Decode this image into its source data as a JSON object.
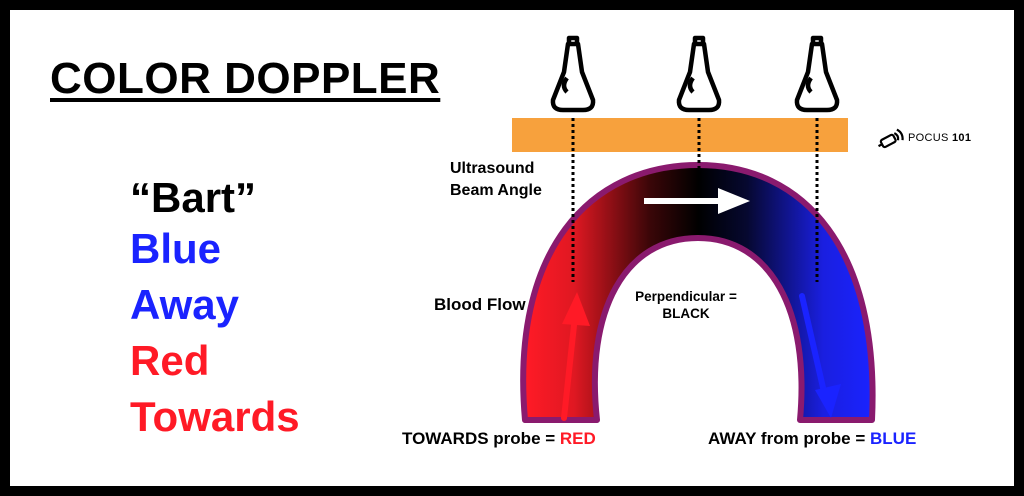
{
  "title": "COLOR DOPPLER",
  "mnemonic": {
    "word": "“Bart”",
    "lines": [
      {
        "text": "Blue",
        "color": "#1a23ff"
      },
      {
        "text": "Away",
        "color": "#1a23ff"
      },
      {
        "text": "Red",
        "color": "#ff1a26"
      },
      {
        "text": "Towards",
        "color": "#ff1a26"
      }
    ]
  },
  "labels": {
    "beam_angle_1": "Ultrasound",
    "beam_angle_2": "Beam Angle",
    "blood_flow": "Blood Flow",
    "perpendicular_1": "Perpendicular =",
    "perpendicular_2": "BLACK",
    "towards_prefix": "TOWARDS probe = ",
    "towards_color_word": "RED",
    "away_prefix": "AWAY from probe = ",
    "away_color_word": "BLUE"
  },
  "logo": {
    "name": "POCUS",
    "number": "101"
  },
  "colors": {
    "red": "#ff1a26",
    "blue": "#1a23ff",
    "black": "#000000",
    "vessel_border": "#8a1a6e",
    "gel_bar": "#f7a13d"
  },
  "icons": [
    "ultrasound-probe-icon",
    "pocus-probe-logo-icon",
    "flow-direction-arrow"
  ]
}
